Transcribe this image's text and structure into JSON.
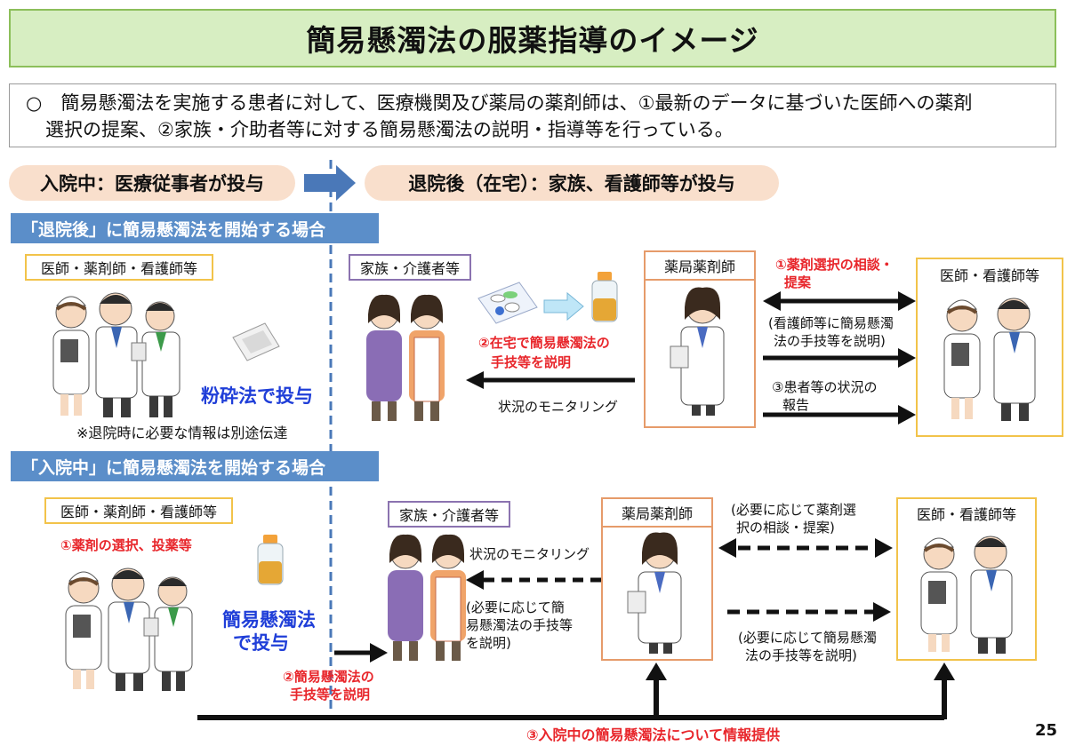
{
  "title": "簡易懸濁法の服薬指導のイメージ",
  "intro": {
    "line1": "○　簡易懸濁法を実施する患者に対して、医療機関及び薬局の薬剤師は、①最新のデータに基づいた医師への薬剤",
    "line2": "選択の提案、②家族・介助者等に対する簡易懸濁法の説明・指導等を行っている。"
  },
  "phases": {
    "inpatient": "入院中：医療従事者が投与",
    "discharge": "退院後（在宅）：家族、看護師等が投与"
  },
  "section1": {
    "header": "「退院後」に簡易懸濁法を開始する場合",
    "hospital_staff": "医師・薬剤師・看護師等",
    "crush_label": "粉砕法で投与",
    "note": "※退院時に必要な情報は別途伝達",
    "family": "家族・介護者等",
    "explain_red_1": "②在宅で簡易懸濁法の",
    "explain_red_2": "手技等を説明",
    "monitoring": "状況のモニタリング",
    "pharmacist": "薬局薬剤師",
    "consult_red_1": "①薬剤選択の相談・",
    "consult_red_2": "提案",
    "nurse_explain_1": "(看護師等に簡易懸濁",
    "nurse_explain_2": "法の手技等を説明)",
    "report_1": "③患者等の状況の",
    "report_2": "報告",
    "doctor_nurse": "医師・看護師等"
  },
  "section2": {
    "header": "「入院中」に簡易懸濁法を開始する場合",
    "hospital_staff": "医師・薬剤師・看護師等",
    "select_red": "①薬剤の選択、投薬等",
    "simple_label_1": "簡易懸濁法",
    "simple_label_2": "で投与",
    "family": "家族・介護者等",
    "monitoring": "状況のモニタリング",
    "as_needed_1": "(必要に応じて簡",
    "as_needed_2": "易懸濁法の手技等",
    "as_needed_3": "を説明)",
    "explain_red_1": "②簡易懸濁法の",
    "explain_red_2": "手技等を説明",
    "pharmacist": "薬局薬剤師",
    "consult_1": "(必要に応じて薬剤選",
    "consult_2": "択の相談・提案)",
    "nurse_explain_1": "(必要に応じて簡易懸濁",
    "nurse_explain_2": "法の手技等を説明)",
    "doctor_nurse": "医師・看護師等",
    "info_red": "③入院中の簡易懸濁法について情報提供"
  },
  "page_number": "25"
}
